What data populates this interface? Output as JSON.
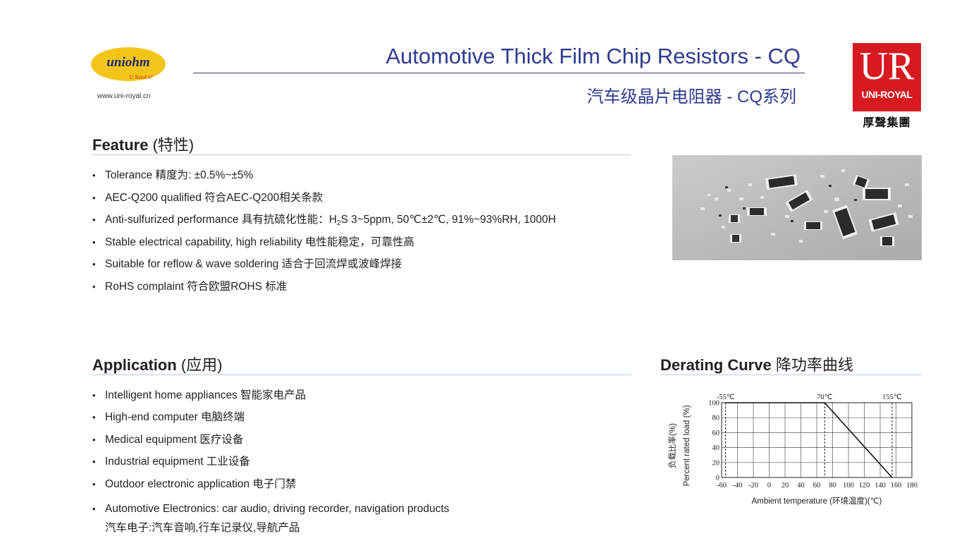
{
  "header": {
    "logo_text": "uniohm",
    "logo_tagline": "U Need it!",
    "website": "www.uni-royal.cn",
    "title": "Automotive Thick Film Chip Resistors - CQ",
    "subtitle": "汽车级晶片电阻器 - CQ系列",
    "brand_letters": "UR",
    "brand_name": "UNI-ROYAL",
    "brand_cn": "厚聲集團"
  },
  "feature": {
    "heading": "Feature",
    "heading_cn": "(特性)",
    "items": [
      "Tolerance 精度为: ±0.5%~±5%",
      "AEC-Q200 qualified  符合AEC-Q200相关条款",
      "Anti-sulfurized performance 具有抗硫化性能：H",
      "Stable electrical capability, high reliability 电性能稳定，可靠性高",
      "Suitable for reflow & wave soldering 适合于回流焊或波峰焊接",
      "RoHS complaint  符合欧盟ROHS 标准"
    ],
    "sulfur_sub": "2",
    "sulfur_rest": "S 3~5ppm, 50℃±2℃, 91%~93%RH, 1000H"
  },
  "application": {
    "heading": "Application",
    "heading_cn": "(应用)",
    "items": [
      "Intelligent home appliances  智能家电产品",
      "High-end computer  电脑终端",
      "Medical equipment  医疗设备",
      "Industrial equipment  工业设备",
      "Outdoor electronic application  电子门禁",
      "Automotive Electronics: car audio, driving recorder, navigation products"
    ],
    "item6_line2": "汽车电子:汽车音响,行车记录仪,导航产品"
  },
  "derating": {
    "heading": "Derating Curve",
    "heading_cn": "降功率曲线"
  },
  "chart_data": {
    "type": "line",
    "title": "",
    "xlabel": "Ambient temperature (环境温度)(℃)",
    "ylabel": "Percent rated load (%)",
    "ylabel_cn": "负载比率(%)",
    "x_ticks": [
      -60,
      -40,
      -20,
      0,
      20,
      40,
      60,
      80,
      100,
      120,
      140,
      160,
      180
    ],
    "y_ticks": [
      0,
      20,
      40,
      60,
      80,
      100
    ],
    "xlim": [
      -60,
      180
    ],
    "ylim": [
      0,
      100
    ],
    "grid": true,
    "markers": [
      {
        "x": -55,
        "label": "-55℃"
      },
      {
        "x": 70,
        "label": "70℃"
      },
      {
        "x": 155,
        "label": "155℃"
      }
    ],
    "series": [
      {
        "x": [
          -55,
          70,
          155
        ],
        "y": [
          100,
          100,
          0
        ]
      }
    ]
  }
}
